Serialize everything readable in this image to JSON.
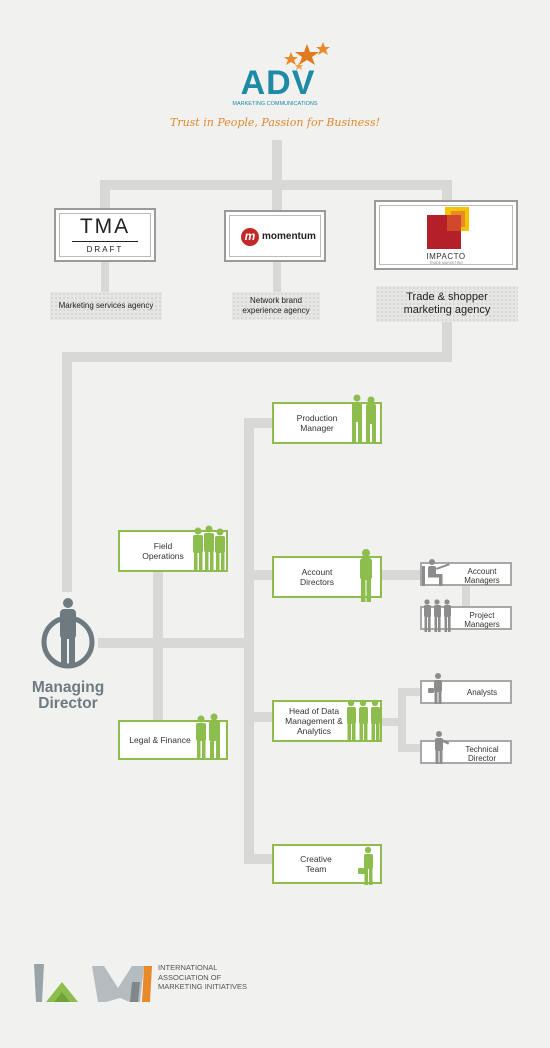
{
  "header": {
    "brand": "ADV",
    "brand_sub": "MARKETING COMMUNICATIONS",
    "tagline": "Trust in People, Passion for Business!"
  },
  "agencies": [
    {
      "logo": "TMA",
      "logo_sub": "DRAFT",
      "label": "Marketing services agency"
    },
    {
      "logo_mark": "m",
      "logo": "momentum",
      "label": "Network brand experience agency"
    },
    {
      "logo": "IMPACTO",
      "logo_sub": "TRADE MARKETING",
      "label": "Trade & shopper marketing agency"
    }
  ],
  "managing_director": {
    "line1": "Managing",
    "line2": "Director"
  },
  "roles": {
    "production_manager": {
      "line1": "Production",
      "line2": "Manager"
    },
    "field_operations": {
      "line1": "Field",
      "line2": "Operations"
    },
    "account_directors": {
      "line1": "Account",
      "line2": "Directors"
    },
    "legal_finance": {
      "line1": "Legal & Finance"
    },
    "head_of_data": {
      "line1": "Head of Data",
      "line2": "Management &",
      "line3": "Analytics"
    },
    "creative_team": {
      "line1": "Creative",
      "line2": "Team"
    }
  },
  "sub_roles": {
    "account_managers": {
      "line1": "Account",
      "line2": "Managers"
    },
    "project_managers": {
      "line1": "Project",
      "line2": "Managers"
    },
    "analysts": {
      "line1": "Analysts"
    },
    "technical_director": {
      "line1": "Technical",
      "line2": "Director"
    }
  },
  "footer": {
    "line1": "INTERNATIONAL",
    "line2": "ASSOCIATION",
    "line3": "OF MARKETING",
    "line4": "INITIATIVES"
  },
  "colors": {
    "brand_teal": "#1d8aa6",
    "brand_orange": "#e8892a",
    "green": "#8dbd4c",
    "gray_figure": "#8c8c8c",
    "md_gray": "#6f7a80"
  }
}
